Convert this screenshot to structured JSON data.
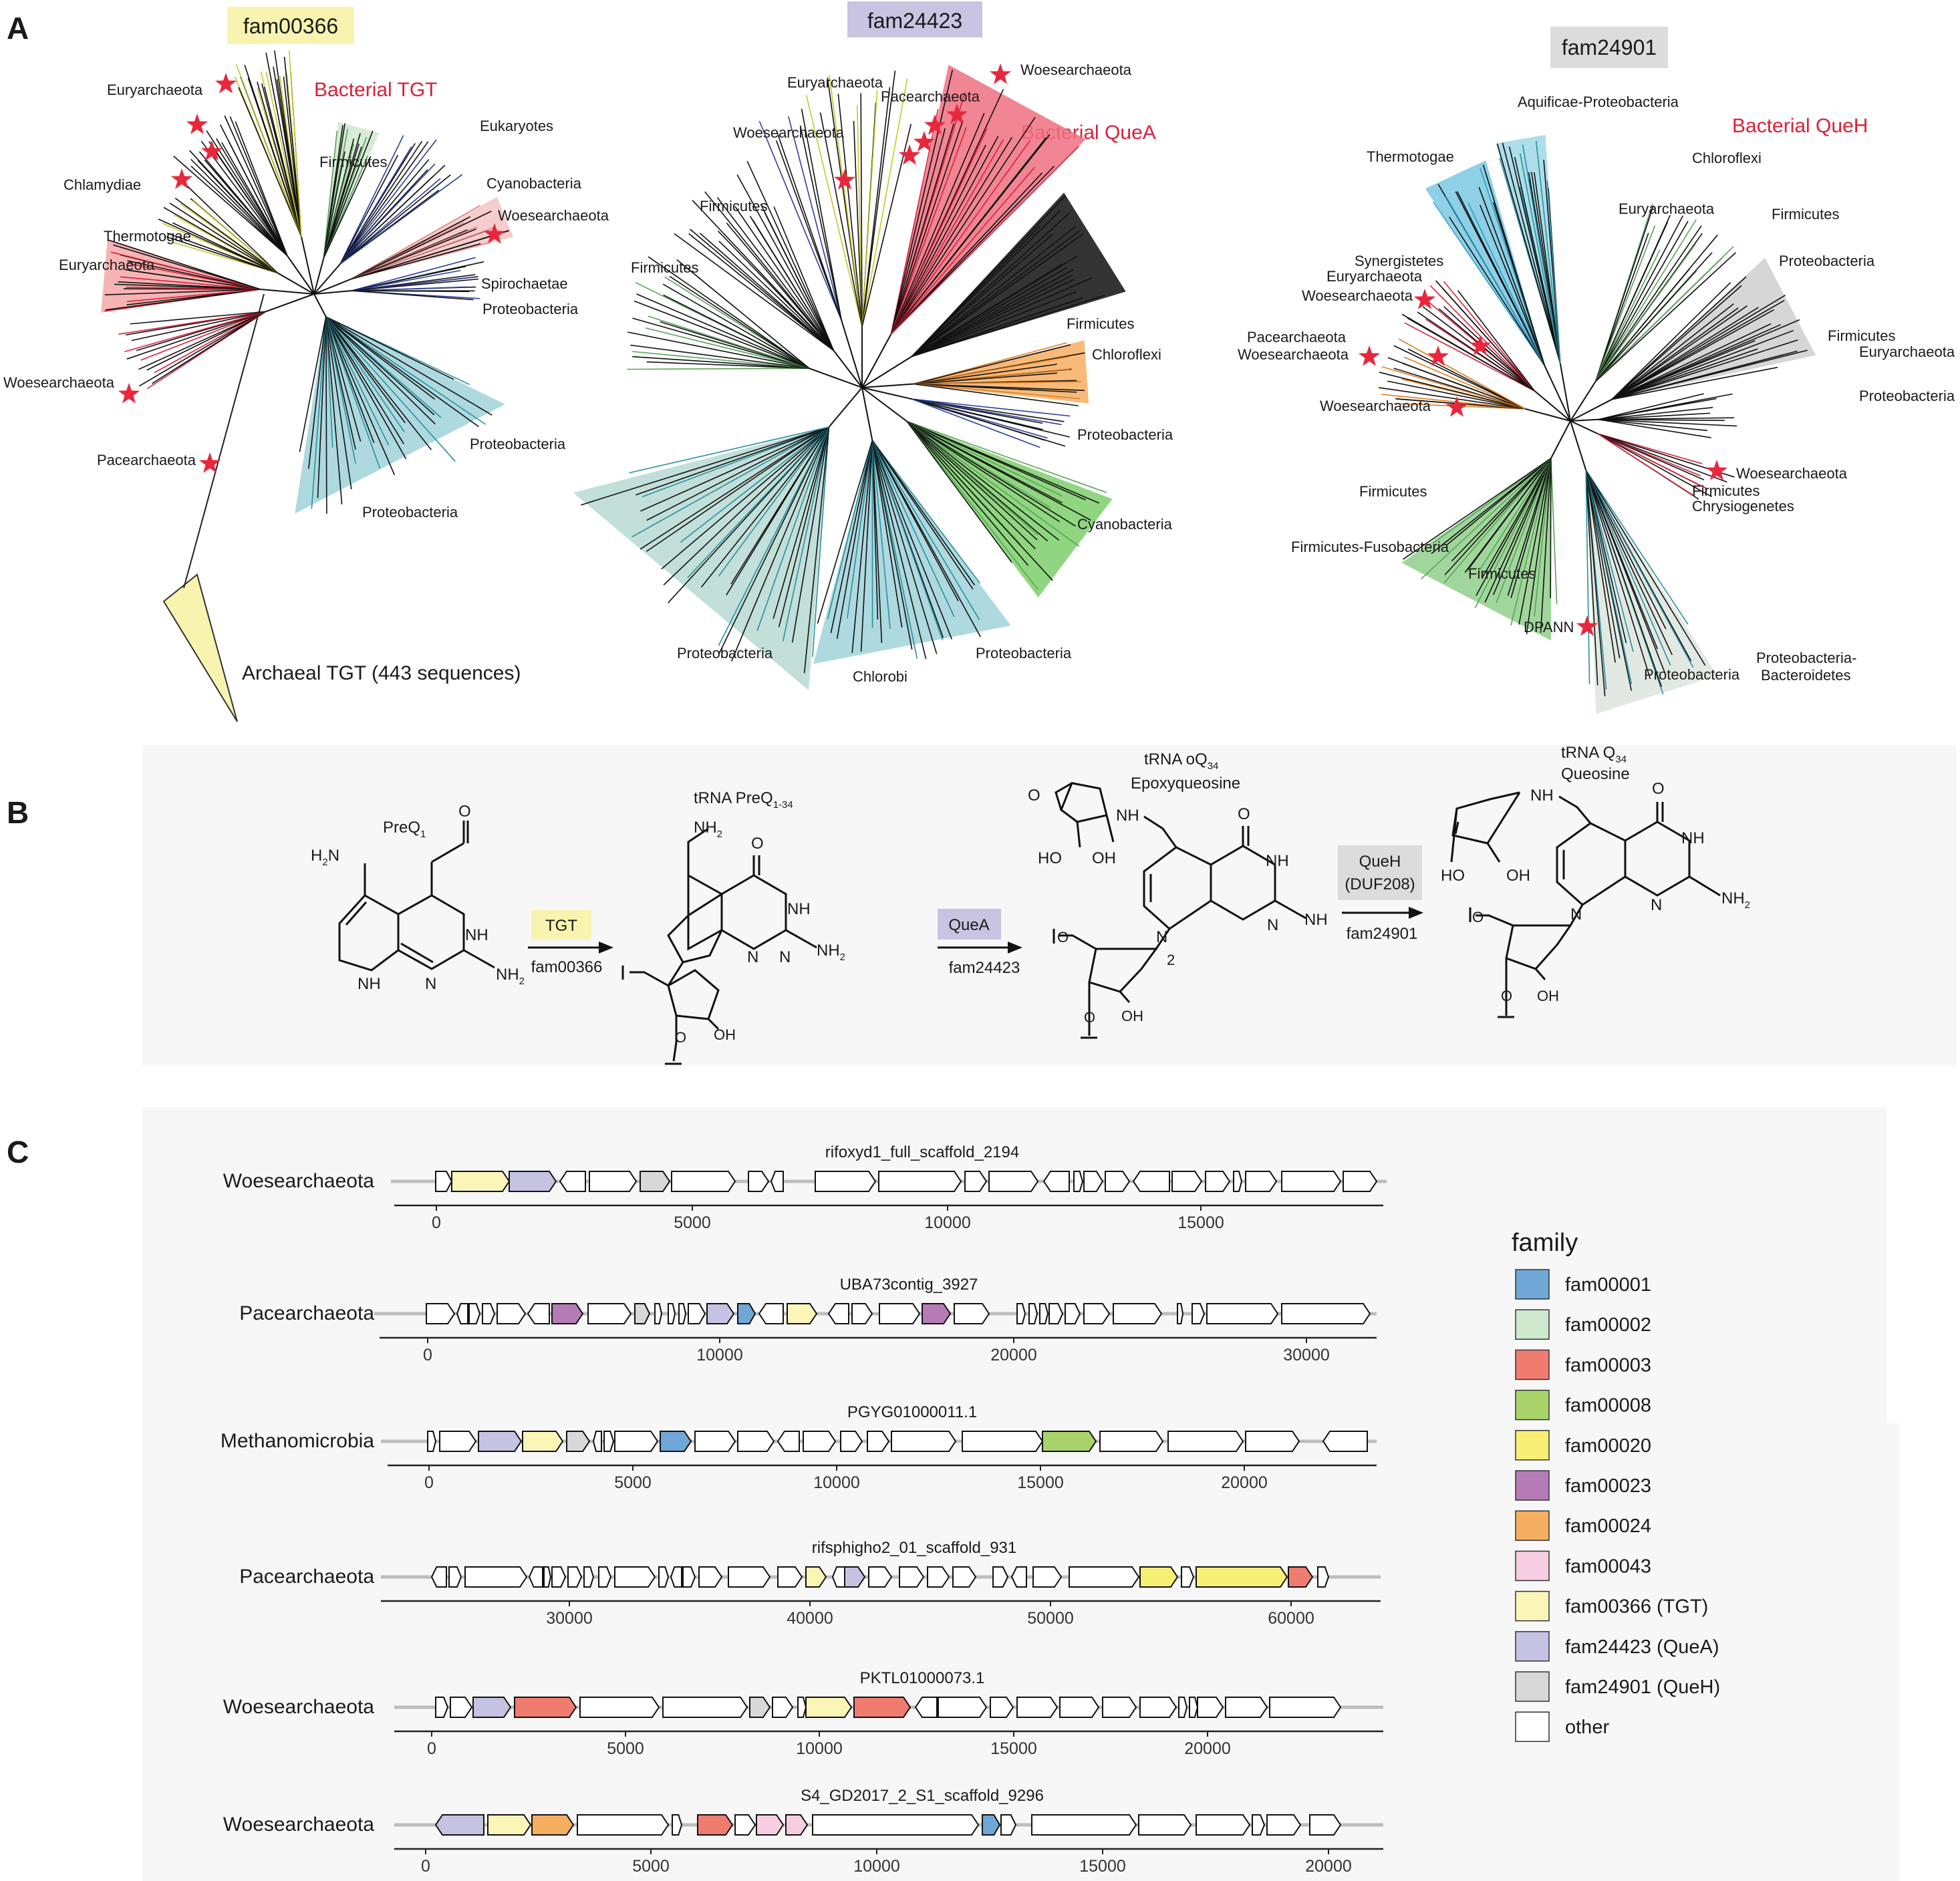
{
  "panel_letters": {
    "a": "A",
    "b": "B",
    "c": "C"
  },
  "panel_a": {
    "trees": [
      {
        "family": "fam00366",
        "title": "Bacterial TGT",
        "clades": [
          "Euryarchaeota",
          "Chlamydiae",
          "Thermotogae",
          "Euryarchaeota",
          "Woesearchaeota",
          "Pacearchaeota",
          "Eukaryotes",
          "Firmicutes",
          "Cyanobacteria",
          "Woesearchaeota",
          "Spirochaetae",
          "Proteobacteria",
          "Proteobacteria",
          "Proteobacteria"
        ],
        "collapsed": "Archaeal TGT (443 sequences)"
      },
      {
        "family": "fam24423",
        "title": "Bacterial QueA",
        "clades": [
          "Euryarchaeota",
          "Pacearchaeota",
          "Woesearchaeota",
          "Woesearchaeota",
          "Firmicutes",
          "Firmicutes",
          "Firmicutes",
          "Chloroflexi",
          "Proteobacteria",
          "Cyanobacteria",
          "Proteobacteria",
          "Chlorobi",
          "Proteobacteria"
        ]
      },
      {
        "family": "fam24901",
        "title": "Bacterial QueH",
        "clades": [
          "Aquificae-Proteobacteria",
          "Thermotogae",
          "Chloroflexi",
          "Euryarchaeota",
          "Firmicutes",
          "Synergistetes",
          "Euryarchaeota",
          "Woesearchaeota",
          "Proteobacteria",
          "Pacearchaeota",
          "Woesearchaeota",
          "Firmicutes",
          "Euryarchaeota",
          "Proteobacteria",
          "Woesearchaeota",
          "Woesearchaeota",
          "Firmicutes",
          "Chrysiogenetes",
          "Firmicutes",
          "Firmicutes-Fusobacteria",
          "Firmicutes",
          "DPANN",
          "Proteobacteria",
          "Proteobacteria-",
          "Bacteroidetes"
        ]
      }
    ]
  },
  "panel_b": {
    "compounds": {
      "preq1": "PreQ",
      "preq1_sub": "1",
      "trna_preq1_a": "tRNA PreQ",
      "trna_preq1_sub": "1-34",
      "trna_oq_a": "tRNA oQ",
      "trna_oq_sub": "34",
      "epoxyqueosine": "Epoxyqueosine",
      "trna_q_a": "tRNA Q",
      "trna_q_sub": "34",
      "queosine": "Queosine"
    },
    "enzymes": [
      {
        "name": "TGT",
        "family": "fam00366",
        "color": "#f8f4b0"
      },
      {
        "name": "QueA",
        "family": "fam24423",
        "color": "#c8c4e2"
      },
      {
        "name": "QueH",
        "name2": "(DUF208)",
        "family": "fam24901",
        "color": "#dcdcdc"
      }
    ],
    "atoms": {
      "h2n": "H",
      "h2n_sub": "2",
      "h2n_n": "N",
      "o": "O",
      "nh": "NH",
      "n": "N",
      "nh2": "NH",
      "nh2_sub": "2",
      "oh": "OH",
      "ho": "HO",
      "two": "2"
    }
  },
  "panel_c": {
    "contigs": [
      {
        "name": "rifoxyd1_full_scaffold_2194",
        "organism": "Woesearchaeota",
        "ticks": [
          "0",
          "5000",
          "10000",
          "15000"
        ]
      },
      {
        "name": "UBA73contig_3927",
        "organism": "Pacearchaeota",
        "ticks": [
          "0",
          "10000",
          "20000",
          "30000"
        ]
      },
      {
        "name": "PGYG01000011.1",
        "organism": "Methanomicrobia",
        "ticks": [
          "0",
          "5000",
          "10000",
          "15000",
          "20000"
        ]
      },
      {
        "name": "rifsphigho2_01_scaffold_931",
        "organism": "Pacearchaeota",
        "ticks": [
          "30000",
          "40000",
          "50000",
          "60000"
        ]
      },
      {
        "name": "PKTL01000073.1",
        "organism": "Woesearchaeota",
        "ticks": [
          "0",
          "5000",
          "10000",
          "15000",
          "20000"
        ]
      },
      {
        "name": "S4_GD2017_2_S1_scaffold_9296",
        "organism": "Woesearchaeota",
        "ticks": [
          "0",
          "5000",
          "10000",
          "15000",
          "20000"
        ]
      }
    ],
    "legend": {
      "title": "family",
      "items": [
        {
          "label": "fam00001",
          "color": "#6fa8d6"
        },
        {
          "label": "fam00002",
          "color": "#cfe9cf"
        },
        {
          "label": "fam00003",
          "color": "#f07c70"
        },
        {
          "label": "fam00008",
          "color": "#a9d36a"
        },
        {
          "label": "fam00020",
          "color": "#f8ef75"
        },
        {
          "label": "fam00023",
          "color": "#b57bb7"
        },
        {
          "label": "fam00024",
          "color": "#f6ae61"
        },
        {
          "label": "fam00043",
          "color": "#f7cde1"
        },
        {
          "label": "fam00366 (TGT)",
          "color": "#fbf6b8"
        },
        {
          "label": "fam24423 (QueA)",
          "color": "#c6c2e2"
        },
        {
          "label": "fam24901 (QueH)",
          "color": "#d8d8d8"
        },
        {
          "label": "other",
          "color": "#ffffff"
        }
      ]
    }
  }
}
